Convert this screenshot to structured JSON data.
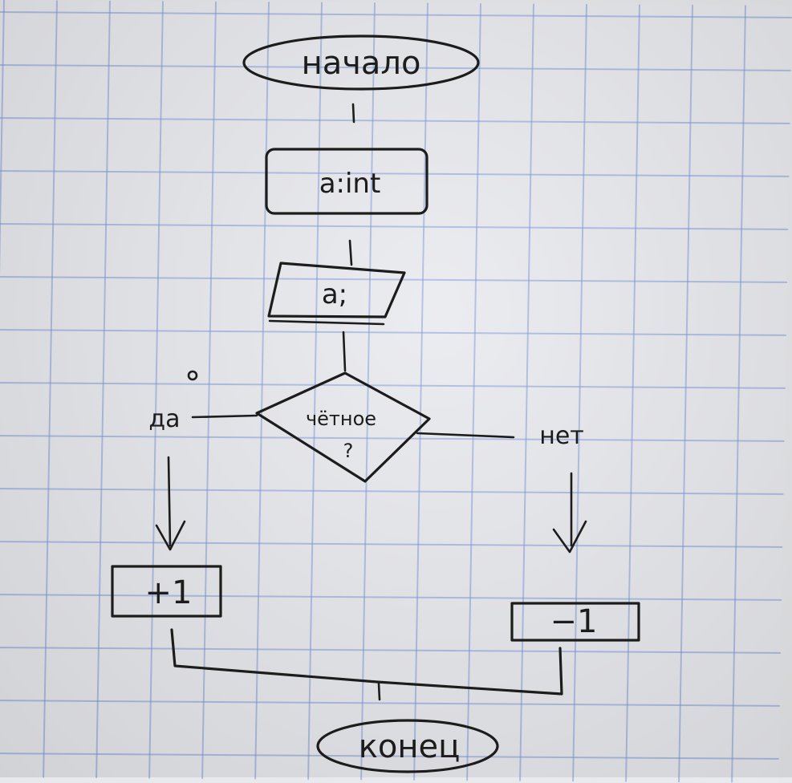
{
  "flowchart": {
    "start_label": "начало",
    "declare_label": "a:int",
    "input_label": "a;",
    "decision_label": "чётное",
    "decision_mark": "?",
    "yes_label": "да",
    "no_label": "нет",
    "yes_action_label": "+1",
    "no_action_label": "−1",
    "end_label": "конец"
  },
  "colors": {
    "ink": "#1c1c1c",
    "paper": "#e9eaee",
    "grid": "#7896d7"
  }
}
